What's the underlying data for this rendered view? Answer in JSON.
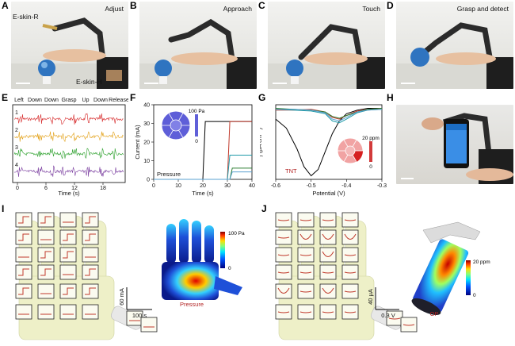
{
  "panels": {
    "A": {
      "label": "A",
      "caption": "Adjust",
      "eskin_r": "E-skin-R",
      "eskin_h": "E-skin-H"
    },
    "B": {
      "label": "B",
      "caption": "Approach"
    },
    "C": {
      "label": "C",
      "caption": "Touch"
    },
    "D": {
      "label": "D",
      "caption": "Grasp and detect"
    },
    "E": {
      "label": "E",
      "top_labels": [
        "Left",
        "Down",
        "Down",
        "Grasp",
        "Up",
        "Down",
        "Release"
      ],
      "channels": [
        "1",
        "2",
        "3",
        "4"
      ],
      "xticks": [
        "0",
        "6",
        "12",
        "18"
      ],
      "xlabel": "Time (s)",
      "colors": [
        "#d62728",
        "#e3a21a",
        "#2ca02c",
        "#7b3fa0"
      ]
    },
    "F": {
      "label": "F",
      "ylabel": "Current (mA)",
      "xlabel": "Time (s)",
      "inset_label": "Pressure",
      "scale_max": "100 Pa",
      "scale_min": "0"
    },
    "G": {
      "label": "G",
      "ylabel": "j (μA cm⁻²)",
      "xlabel": "Potential (V)",
      "inset_label": "TNT",
      "scale_max": "20 ppm",
      "scale_min": "0"
    },
    "H": {
      "label": "H"
    },
    "I": {
      "label": "I",
      "scale_y": "60 mA",
      "scale_x": "100 s",
      "map_label": "Pressure",
      "cbar_max": "100 Pa",
      "cbar_min": "0"
    },
    "J": {
      "label": "J",
      "scale_y": "40 μA",
      "scale_x": "0.3 V",
      "map_label": "OP",
      "cbar_max": "20 ppm",
      "cbar_min": "0"
    }
  },
  "chart_data": [
    {
      "type": "line",
      "panel": "F",
      "xlabel": "Time (s)",
      "ylabel": "Current (mA)",
      "xlim": [
        0,
        40
      ],
      "ylim": [
        0,
        40
      ],
      "xticks": [
        0,
        10,
        20,
        30,
        40
      ],
      "yticks": [
        0,
        10,
        20,
        30,
        40
      ],
      "series": [
        {
          "color": "#000000",
          "x": [
            0,
            20,
            21,
            40
          ],
          "y": [
            0,
            0,
            31,
            31
          ]
        },
        {
          "color": "#c0392b",
          "x": [
            0,
            30,
            31,
            40
          ],
          "y": [
            0,
            0,
            31,
            31
          ]
        },
        {
          "color": "#1f9aa8",
          "x": [
            0,
            30,
            31,
            40
          ],
          "y": [
            0,
            0,
            13,
            13
          ]
        },
        {
          "color": "#2e7d32",
          "x": [
            0,
            31,
            32,
            40
          ],
          "y": [
            0,
            0,
            6,
            6
          ]
        },
        {
          "color": "#5aa0d0",
          "x": [
            0,
            31,
            32,
            40
          ],
          "y": [
            0,
            0,
            4,
            4
          ]
        }
      ]
    },
    {
      "type": "line",
      "panel": "G",
      "xlabel": "Potential (V)",
      "ylabel": "j (μA cm⁻²)",
      "xlim": [
        -0.6,
        -0.3
      ],
      "xticks": [
        -0.6,
        -0.5,
        -0.4,
        -0.3
      ],
      "series": [
        {
          "color": "#000000",
          "x": [
            -0.6,
            -0.57,
            -0.54,
            -0.52,
            -0.5,
            -0.48,
            -0.46,
            -0.44,
            -0.42,
            -0.4,
            -0.37,
            -0.34,
            -0.3
          ],
          "y": [
            -12,
            -22,
            -45,
            -65,
            -75,
            -68,
            -48,
            -28,
            -14,
            -6,
            -2,
            0,
            0
          ]
        },
        {
          "color": "#c0392b",
          "x": [
            -0.6,
            -0.55,
            -0.5,
            -0.46,
            -0.44,
            -0.42,
            -0.4,
            -0.37,
            -0.34,
            -0.3
          ],
          "y": [
            -2,
            -2,
            -1,
            -4,
            -10,
            -12,
            -8,
            -3,
            -1,
            0
          ]
        },
        {
          "color": "#1f9aa8",
          "x": [
            -0.6,
            -0.55,
            -0.5,
            -0.46,
            -0.44,
            -0.42,
            -0.4,
            -0.37,
            -0.34,
            -0.3
          ],
          "y": [
            -1,
            -2,
            -3,
            -6,
            -14,
            -16,
            -12,
            -5,
            -2,
            -1
          ]
        },
        {
          "color": "#2e7d32",
          "x": [
            -0.6,
            -0.55,
            -0.5,
            -0.46,
            -0.44,
            -0.42,
            -0.4,
            -0.37,
            -0.34,
            -0.3
          ],
          "y": [
            0,
            -1,
            -2,
            -4,
            -9,
            -11,
            -8,
            -4,
            -1,
            0
          ]
        },
        {
          "color": "#5aa0d0",
          "x": [
            -0.6,
            -0.55,
            -0.5,
            -0.46,
            -0.44,
            -0.42,
            -0.4,
            -0.37,
            -0.34,
            -0.3
          ],
          "y": [
            -1,
            -1,
            -2,
            -5,
            -12,
            -14,
            -10,
            -4,
            -2,
            -1
          ]
        }
      ]
    }
  ]
}
